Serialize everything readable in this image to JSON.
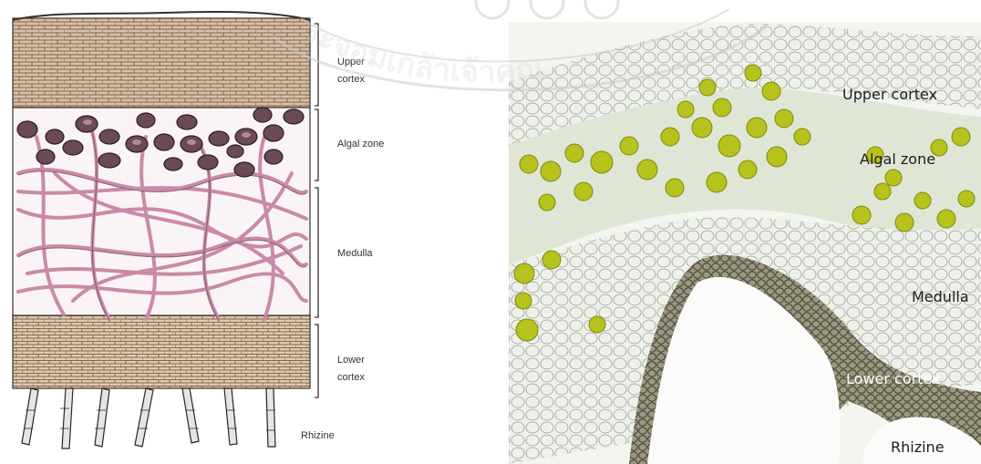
{
  "diagram": {
    "labels": [
      "Upper\ncortex",
      "Algal zone",
      "Medulla",
      "Lower\ncortex",
      "Rhizine"
    ]
  },
  "micrograph": {
    "labels": [
      "Upper cortex",
      "Algal zone",
      "Medulla",
      "Lower cortex",
      "Rhizine"
    ]
  },
  "watermark": {
    "text": "ระจอมเกล้าเจ้าคุณ"
  },
  "colors": {
    "cortex_fill": "#d8b89a",
    "hyphae": "#c98aa8",
    "algae_cell": "#6b4a58",
    "micro_green": "#b7c21f",
    "micro_dark": "#3a3a2a",
    "micro_bg": "#eef1ea"
  }
}
